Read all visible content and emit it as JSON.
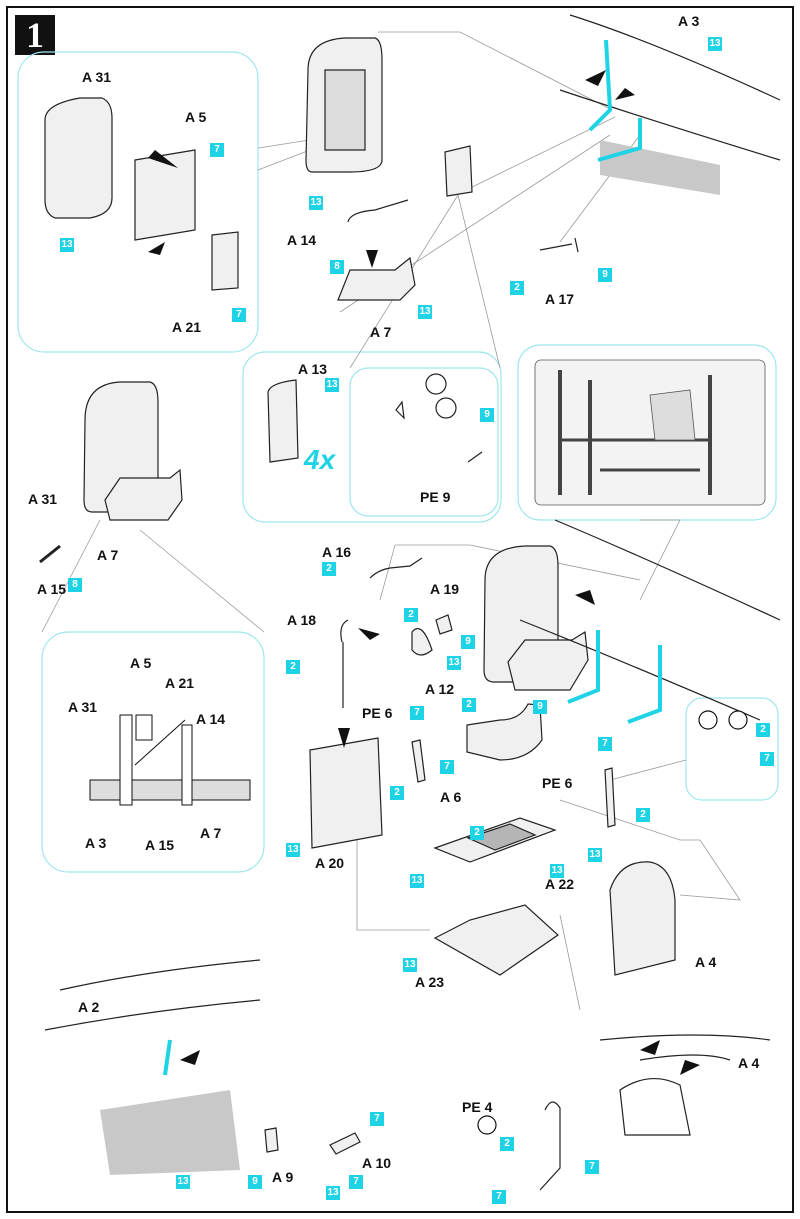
{
  "step": {
    "number": "1"
  },
  "labels": {
    "A31_top": "A 31",
    "A5_top": "A 5",
    "A21_top": "A 21",
    "A3_top": "A 3",
    "A14_top": "A 14",
    "A7_top": "A 7",
    "A17": "A 17",
    "A13": "A 13",
    "PE9": "PE 9",
    "multiplier": "4x",
    "A31_mid": "A 31",
    "A7_mid": "A 7",
    "A15_mid": "A 15",
    "A5_sec": "A 5",
    "A21_sec": "A 21",
    "A31_sec": "A 31",
    "A14_sec": "A 14",
    "A3_sec": "A 3",
    "A15_sec": "A 15",
    "A7_sec": "A 7",
    "A16": "A 16",
    "A19": "A 19",
    "A18": "A 18",
    "A12": "A 12",
    "PE6_left": "PE 6",
    "PE6_right": "PE 6",
    "A6": "A 6",
    "A20": "A 20",
    "A22": "A 22",
    "A23": "A 23",
    "A4_mid": "A 4",
    "A2": "A 2",
    "A9": "A 9",
    "A10": "A 10",
    "PE4": "PE 4",
    "A4_bottom": "A 4"
  },
  "paint_codes": {
    "c_a13top": "13",
    "c_a5": "7",
    "c_a21": "7",
    "c_a31": "13",
    "c_a14": "13",
    "c_a7a": "8",
    "c_a7b": "13",
    "c_a17a": "2",
    "c_a17b": "9",
    "c_a13box": "13",
    "c_pe9": "9",
    "c_a15": "8",
    "c_a16": "2",
    "c_a19": "9",
    "c_a18": "2",
    "c_a12a": "2",
    "c_a12b": "13",
    "c_a12c": "2",
    "c_pe6a": "7",
    "c_pe6b": "2",
    "c_pe6c": "7",
    "c_a6": "9",
    "c_pe6d": "7",
    "c_pe6e": "2",
    "c_a20": "13",
    "c_a22a": "2",
    "c_a22b": "13",
    "c_a22c": "13",
    "c_a4": "13",
    "c_a23": "13",
    "c_bend1": "2",
    "c_bend2": "7",
    "c_a2": "13",
    "c_a9": "9",
    "c_a10a": "7",
    "c_a10b": "13",
    "c_a10c": "7",
    "c_pe4a": "2",
    "c_pe4b": "7",
    "c_pe4c": "7"
  },
  "colors": {
    "paint_code_bg": "#1fd3e6",
    "shading": "#c8c8c8",
    "ink": "#111111"
  },
  "icons": [
    "bend-up-icon",
    "bend-direction-icon"
  ]
}
